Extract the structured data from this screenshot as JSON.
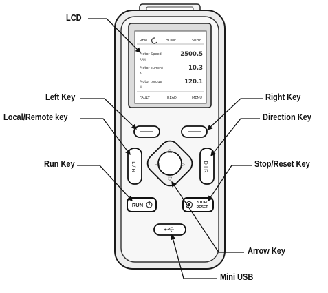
{
  "labels": {
    "lcd": "LCD",
    "left_key": "Left Key",
    "right_key": "Right Key",
    "local_remote_key": "Local/Remote key",
    "direction_key": "Direction Key",
    "run_key": "Run Key",
    "stop_reset_key": "Stop/Reset Key",
    "arrow_key": "Arrow Key",
    "mini_usb": "Mini USB"
  },
  "lcd_screen": {
    "header_left": "REM",
    "header_mid": "HOME",
    "header_right": "50Hz",
    "row1_label": "Motor Speed",
    "row1_value": "2500.5",
    "row1_unit": "RPM",
    "row2_label": "Motor current",
    "row2_value": "10.3",
    "row2_unit": "A",
    "row3_label": "Motor torque",
    "row3_value": "120.1",
    "row3_unit": "%",
    "footer_left": "FAULT",
    "footer_mid": "READ",
    "footer_right": "MENU"
  },
  "keys": {
    "local_remote": "L / R",
    "direction": "D I R",
    "run": "RUN",
    "stop_line1": "STOP/",
    "stop_line2": "RESET",
    "up_arrow": "△",
    "down_arrow": "▽",
    "left_arrow": "◁",
    "right_arrow": "▷"
  }
}
